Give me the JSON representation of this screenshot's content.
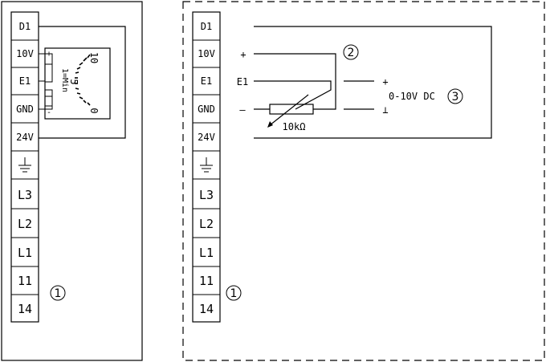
{
  "panels": {
    "left": {
      "terminals": [
        "D1",
        "10V",
        "E1",
        "GND",
        "24V",
        "",
        "L3",
        "L2",
        "L1",
        "11",
        "14"
      ],
      "marker": "1",
      "potentiometer": {
        "scale_labels": [
          "10",
          "5",
          "0"
        ],
        "min_label": "1=Min",
        "plus_label": "+",
        "minus_label": "-"
      }
    },
    "right": {
      "terminals": [
        "D1",
        "10V",
        "E1",
        "GND",
        "24V",
        "",
        "L3",
        "L2",
        "L1",
        "11",
        "14"
      ],
      "marker": "1",
      "wiring": {
        "plus_label": "+",
        "e1_label": "E1",
        "minus_label": "–",
        "resistor_label": "10kΩ",
        "marker_2": "2",
        "signal_plus": "+",
        "signal_minus": "⊥",
        "signal_label": "0-10V  DC",
        "marker_3": "3"
      }
    }
  },
  "icons": {
    "ground_terminal": "earth-ground-icon"
  }
}
